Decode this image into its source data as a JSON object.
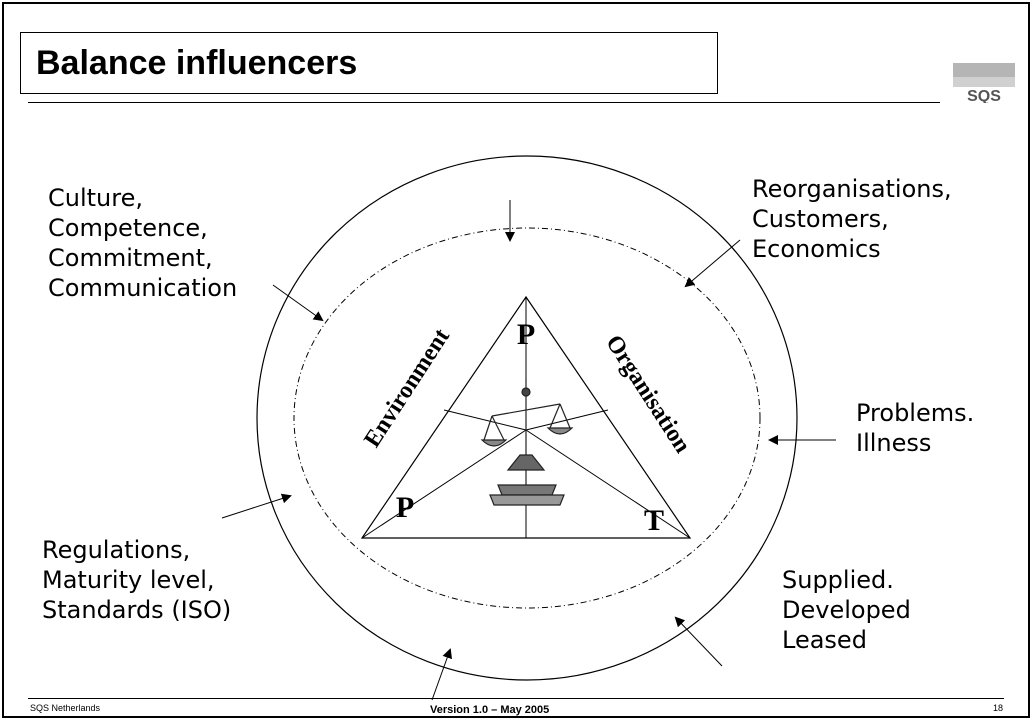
{
  "slide": {
    "title": "Balance influencers",
    "logo_text": "SQS"
  },
  "influencers": {
    "top_left": [
      "Culture,",
      "Competence,",
      "Commitment,",
      "Communication"
    ],
    "top_right": [
      "Reorganisations,",
      "Customers,",
      "Economics"
    ],
    "right": [
      "Problems.",
      "Illness"
    ],
    "bottom_right": [
      "Supplied.",
      "Developed",
      "Leased"
    ],
    "bottom_left": [
      "Regulations,",
      "Maturity level,",
      "Standards (ISO)"
    ]
  },
  "triangle": {
    "top_letter": "P",
    "left_letter": "P",
    "right_letter": "T",
    "left_side_label": "Environment",
    "right_side_label": "Organisation"
  },
  "footer": {
    "left": "SQS Netherlands",
    "center": "Version 1.0 – May 2005",
    "page_number": "18"
  }
}
